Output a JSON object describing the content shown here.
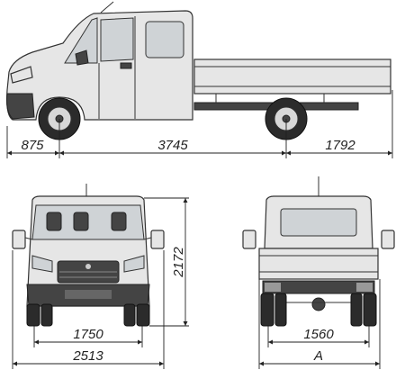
{
  "dimensions": {
    "front_overhang": "875",
    "wheelbase": "3745",
    "rear_overhang": "1792",
    "height": "2172",
    "front_track": "1750",
    "width": "2513",
    "rear_track": "1560",
    "overall_rear_width": "A"
  }
}
